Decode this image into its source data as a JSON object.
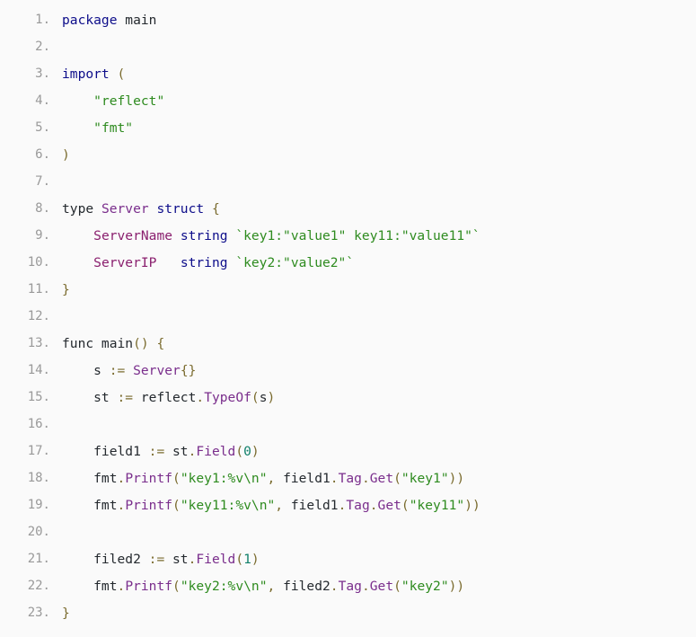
{
  "code": {
    "lines": [
      {
        "n": "1.",
        "tokens": [
          [
            "kw",
            "package"
          ],
          [
            "plain",
            " main"
          ]
        ]
      },
      {
        "n": "2.",
        "tokens": []
      },
      {
        "n": "3.",
        "tokens": [
          [
            "kw",
            "import"
          ],
          [
            "plain",
            " "
          ],
          [
            "pun",
            "("
          ]
        ]
      },
      {
        "n": "4.",
        "tokens": [
          [
            "plain",
            "    "
          ],
          [
            "str",
            "\"reflect\""
          ]
        ]
      },
      {
        "n": "5.",
        "tokens": [
          [
            "plain",
            "    "
          ],
          [
            "str",
            "\"fmt\""
          ]
        ]
      },
      {
        "n": "6.",
        "tokens": [
          [
            "pun",
            ")"
          ]
        ]
      },
      {
        "n": "7.",
        "tokens": []
      },
      {
        "n": "8.",
        "tokens": [
          [
            "plain",
            "type "
          ],
          [
            "typ",
            "Server"
          ],
          [
            "plain",
            " "
          ],
          [
            "kw",
            "struct"
          ],
          [
            "plain",
            " "
          ],
          [
            "pun",
            "{"
          ]
        ]
      },
      {
        "n": "9.",
        "tokens": [
          [
            "plain",
            "    "
          ],
          [
            "fld",
            "ServerName"
          ],
          [
            "plain",
            " "
          ],
          [
            "kw",
            "string"
          ],
          [
            "plain",
            " "
          ],
          [
            "str",
            "`key1:\"value1\" key11:\"value11\"`"
          ]
        ]
      },
      {
        "n": "10.",
        "tokens": [
          [
            "plain",
            "    "
          ],
          [
            "fld",
            "ServerIP"
          ],
          [
            "plain",
            "   "
          ],
          [
            "kw",
            "string"
          ],
          [
            "plain",
            " "
          ],
          [
            "str",
            "`key2:\"value2\"`"
          ]
        ]
      },
      {
        "n": "11.",
        "tokens": [
          [
            "pun",
            "}"
          ]
        ]
      },
      {
        "n": "12.",
        "tokens": []
      },
      {
        "n": "13.",
        "tokens": [
          [
            "plain",
            "func main"
          ],
          [
            "pun",
            "()"
          ],
          [
            "plain",
            " "
          ],
          [
            "pun",
            "{"
          ]
        ]
      },
      {
        "n": "14.",
        "tokens": [
          [
            "plain",
            "    s "
          ],
          [
            "op",
            ":="
          ],
          [
            "plain",
            " "
          ],
          [
            "typ",
            "Server"
          ],
          [
            "pun",
            "{}"
          ]
        ]
      },
      {
        "n": "15.",
        "tokens": [
          [
            "plain",
            "    st "
          ],
          [
            "op",
            ":="
          ],
          [
            "plain",
            " reflect"
          ],
          [
            "pun",
            "."
          ],
          [
            "meth",
            "TypeOf"
          ],
          [
            "pun",
            "("
          ],
          [
            "plain",
            "s"
          ],
          [
            "pun",
            ")"
          ]
        ]
      },
      {
        "n": "16.",
        "tokens": []
      },
      {
        "n": "17.",
        "tokens": [
          [
            "plain",
            "    field1 "
          ],
          [
            "op",
            ":="
          ],
          [
            "plain",
            " st"
          ],
          [
            "pun",
            "."
          ],
          [
            "meth",
            "Field"
          ],
          [
            "pun",
            "("
          ],
          [
            "num",
            "0"
          ],
          [
            "pun",
            ")"
          ]
        ]
      },
      {
        "n": "18.",
        "tokens": [
          [
            "plain",
            "    fmt"
          ],
          [
            "pun",
            "."
          ],
          [
            "meth",
            "Printf"
          ],
          [
            "pun",
            "("
          ],
          [
            "str",
            "\"key1:%v\\n\""
          ],
          [
            "pun",
            ","
          ],
          [
            "plain",
            " field1"
          ],
          [
            "pun",
            "."
          ],
          [
            "meth",
            "Tag"
          ],
          [
            "pun",
            "."
          ],
          [
            "meth",
            "Get"
          ],
          [
            "pun",
            "("
          ],
          [
            "str",
            "\"key1\""
          ],
          [
            "pun",
            "))"
          ]
        ]
      },
      {
        "n": "19.",
        "tokens": [
          [
            "plain",
            "    fmt"
          ],
          [
            "pun",
            "."
          ],
          [
            "meth",
            "Printf"
          ],
          [
            "pun",
            "("
          ],
          [
            "str",
            "\"key11:%v\\n\""
          ],
          [
            "pun",
            ","
          ],
          [
            "plain",
            " field1"
          ],
          [
            "pun",
            "."
          ],
          [
            "meth",
            "Tag"
          ],
          [
            "pun",
            "."
          ],
          [
            "meth",
            "Get"
          ],
          [
            "pun",
            "("
          ],
          [
            "str",
            "\"key11\""
          ],
          [
            "pun",
            "))"
          ]
        ]
      },
      {
        "n": "20.",
        "tokens": []
      },
      {
        "n": "21.",
        "tokens": [
          [
            "plain",
            "    filed2 "
          ],
          [
            "op",
            ":="
          ],
          [
            "plain",
            " st"
          ],
          [
            "pun",
            "."
          ],
          [
            "meth",
            "Field"
          ],
          [
            "pun",
            "("
          ],
          [
            "num",
            "1"
          ],
          [
            "pun",
            ")"
          ]
        ]
      },
      {
        "n": "22.",
        "tokens": [
          [
            "plain",
            "    fmt"
          ],
          [
            "pun",
            "."
          ],
          [
            "meth",
            "Printf"
          ],
          [
            "pun",
            "("
          ],
          [
            "str",
            "\"key2:%v\\n\""
          ],
          [
            "pun",
            ","
          ],
          [
            "plain",
            " filed2"
          ],
          [
            "pun",
            "."
          ],
          [
            "meth",
            "Tag"
          ],
          [
            "pun",
            "."
          ],
          [
            "meth",
            "Get"
          ],
          [
            "pun",
            "("
          ],
          [
            "str",
            "\"key2\""
          ],
          [
            "pun",
            "))"
          ]
        ]
      },
      {
        "n": "23.",
        "tokens": [
          [
            "pun",
            "}"
          ]
        ]
      }
    ]
  },
  "colors": {
    "background": "#fafafa",
    "line_number": "#999999",
    "keyword": "#0d0d8a",
    "string": "#2e8b1f",
    "type": "#7a2e8c",
    "number": "#11806a"
  }
}
